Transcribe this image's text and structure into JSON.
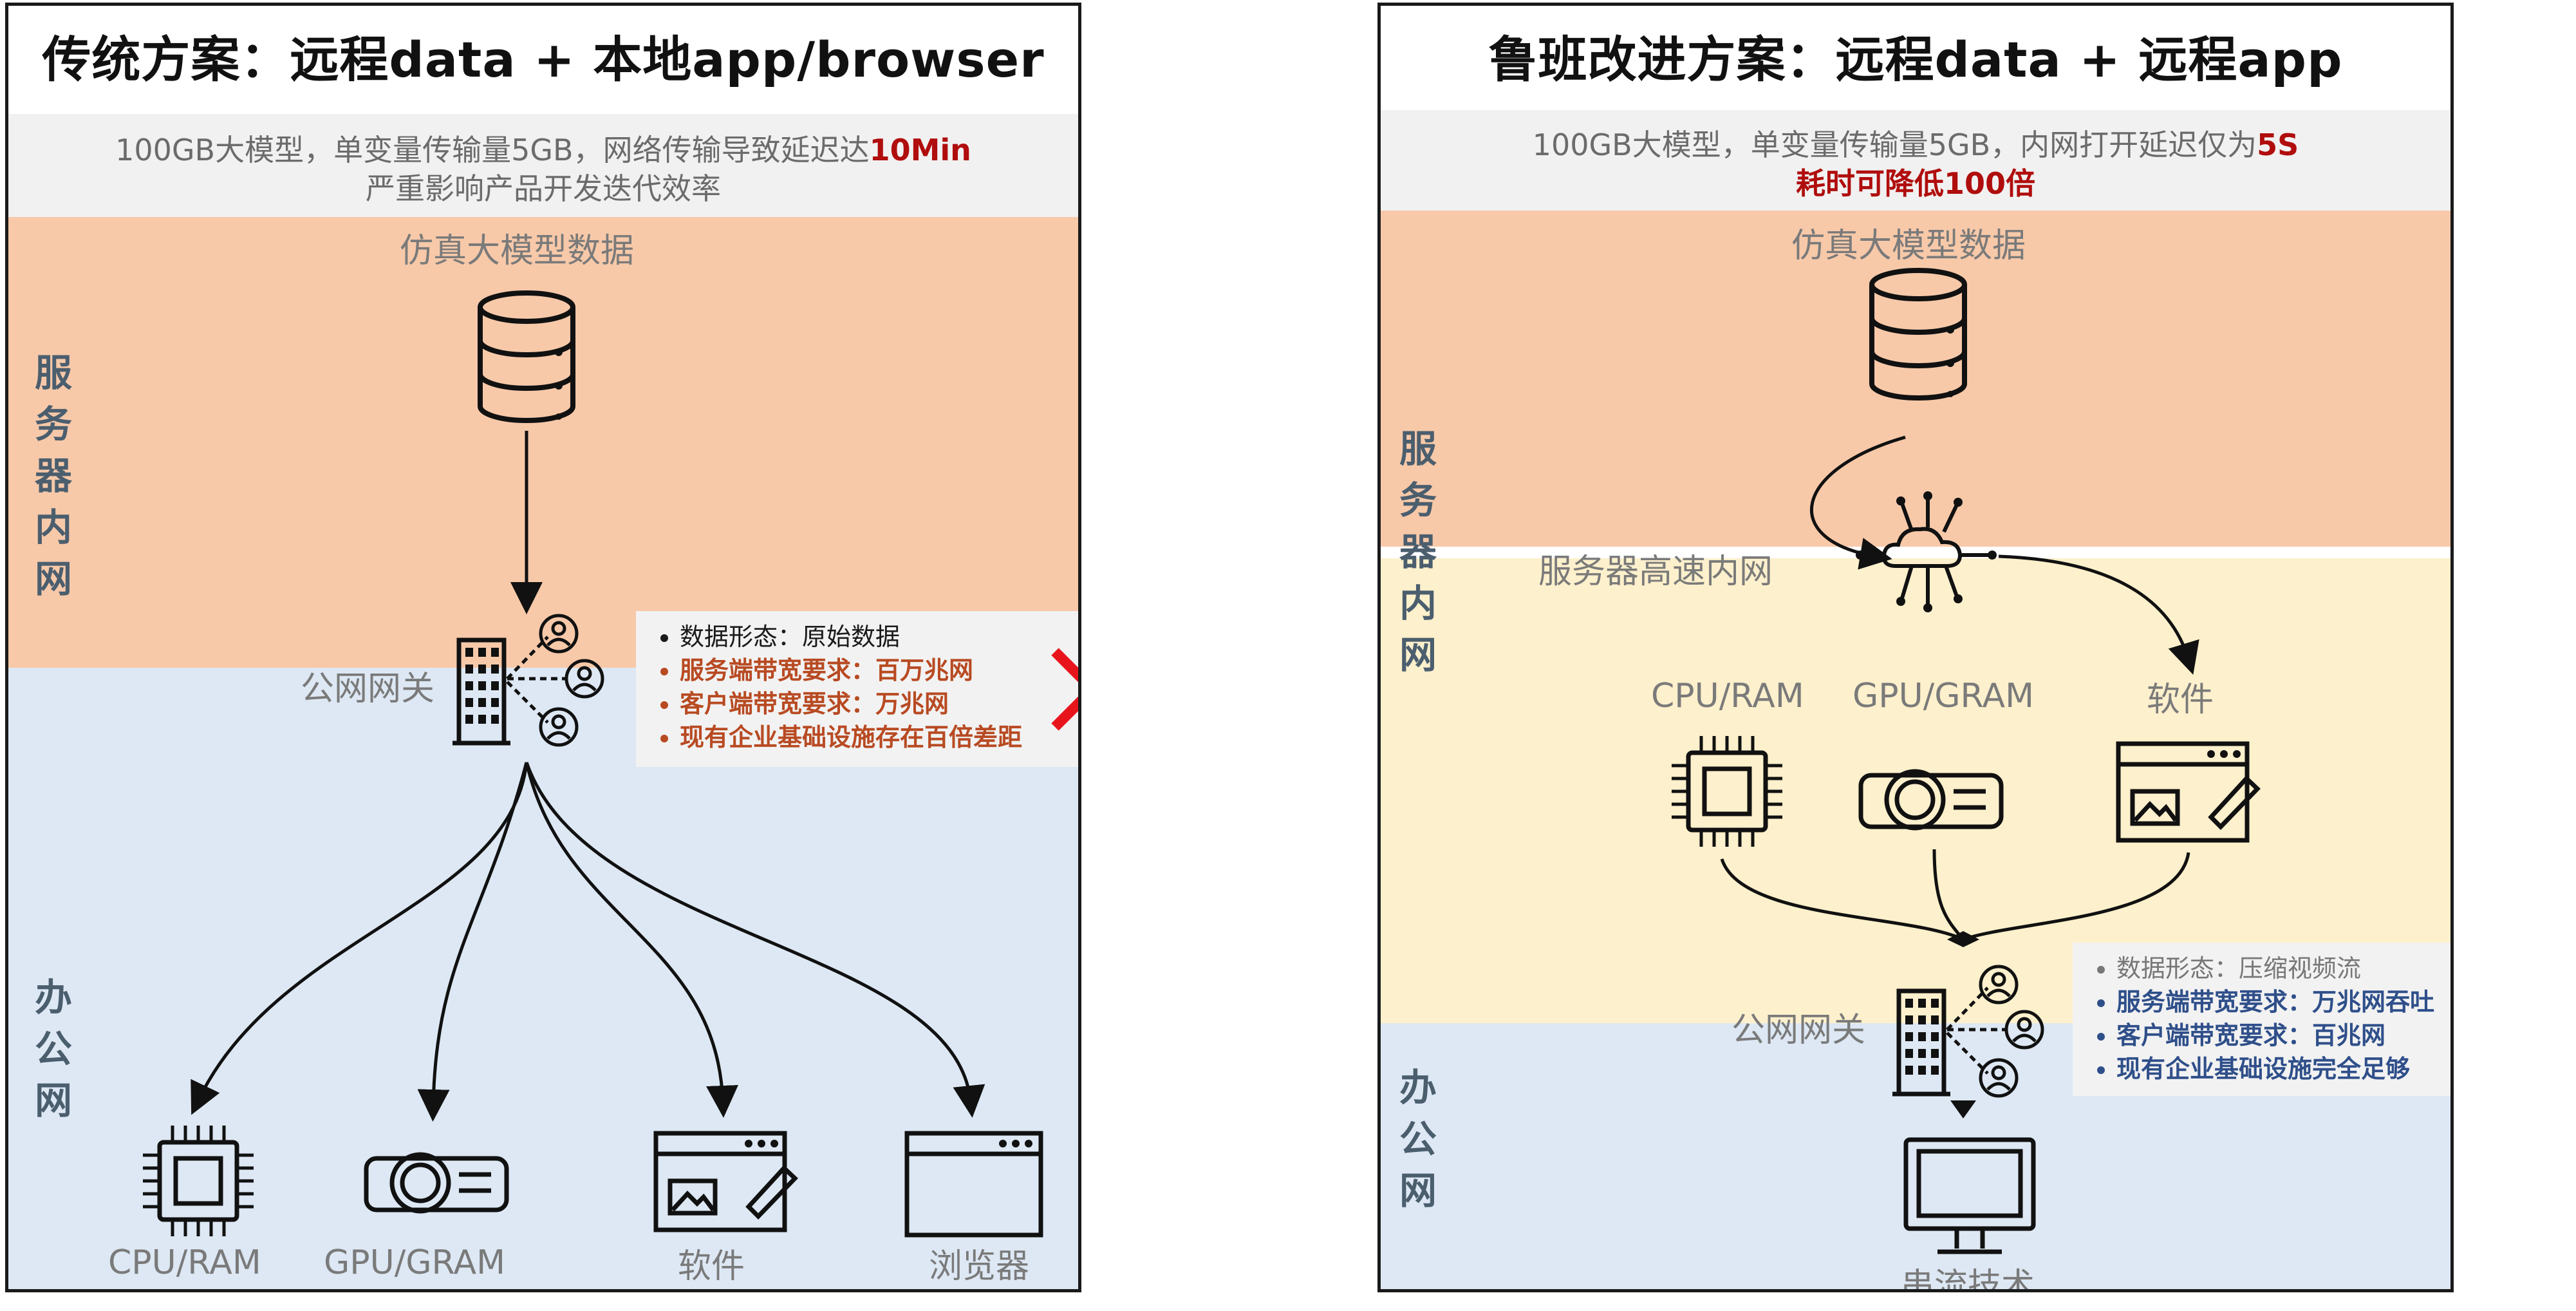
{
  "left": {
    "title": "传统方案：远程data + 本地app/browser",
    "subtitle": {
      "line1_prefix": "100GB大模型，单变量传输量5GB，网络传输导致延迟达",
      "line1_highlight": "10Min",
      "line2": "严重影响产品开发迭代效率"
    },
    "server_zone_label": "服务器内网",
    "office_zone_label": "办公网",
    "data_label": "仿真大模型数据",
    "gateway_label": "公网网关",
    "info": [
      "数据形态：原始数据",
      "服务端带宽要求：百万兆网",
      "客户端带宽要求：万兆网",
      "现有企业基础设施存在百倍差距"
    ],
    "targets": [
      "CPU/RAM",
      "GPU/GRAM",
      "软件",
      "浏览器"
    ],
    "colors": {
      "server": "#f7c9a9",
      "office": "#dde8f4",
      "cross": "#e8141c"
    }
  },
  "right": {
    "title": "鲁班改进方案：远程data + 远程app",
    "subtitle": {
      "line1_prefix": "100GB大模型，单变量传输量5GB，内网打开延迟仅为",
      "line1_highlight": "5S",
      "line2": "耗时可降低100倍"
    },
    "server_zone_label": "服务器内网",
    "office_zone_label": "办公网",
    "data_label": "仿真大模型数据",
    "network_label": "服务器高速内网",
    "resources": [
      "CPU/RAM",
      "GPU/GRAM",
      "软件"
    ],
    "gateway_label": "公网网关",
    "info": [
      "数据形态：压缩视频流",
      "服务端带宽要求：万兆网吞吐",
      "客户端带宽要求：百兆网",
      "现有企业基础设施完全足够"
    ],
    "client_label": "串流技术",
    "colors": {
      "server": "#f7c9a9",
      "lan": "#fdf0cc",
      "office": "#dde8f4",
      "check": "#e8141c"
    }
  }
}
